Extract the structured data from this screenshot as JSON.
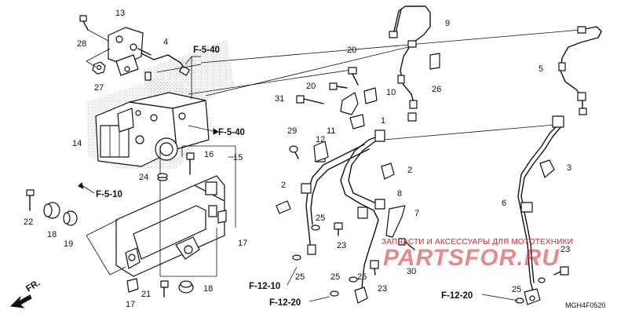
{
  "diagram": {
    "part_callouts": [
      "1",
      "2",
      "3",
      "4",
      "5",
      "6",
      "7",
      "8",
      "9",
      "10",
      "11",
      "12",
      "13",
      "14",
      "15",
      "16",
      "17",
      "18",
      "19",
      "20",
      "21",
      "22",
      "23",
      "24",
      "25",
      "26",
      "27",
      "28",
      "29",
      "30",
      "31"
    ],
    "section_refs": [
      "F-5-40",
      "F-5-40",
      "F-5-10",
      "F-12-10",
      "F-12-20",
      "F-12-20"
    ],
    "direction_label": "FR.",
    "figure_code": "MGH4F0520"
  },
  "watermark": {
    "text": "ЗАПЧАСТИ И АКСЕССУАРЫ ДЛЯ МОТОТЕХНИКИ",
    "logo": "PARTSFOR.RU"
  }
}
